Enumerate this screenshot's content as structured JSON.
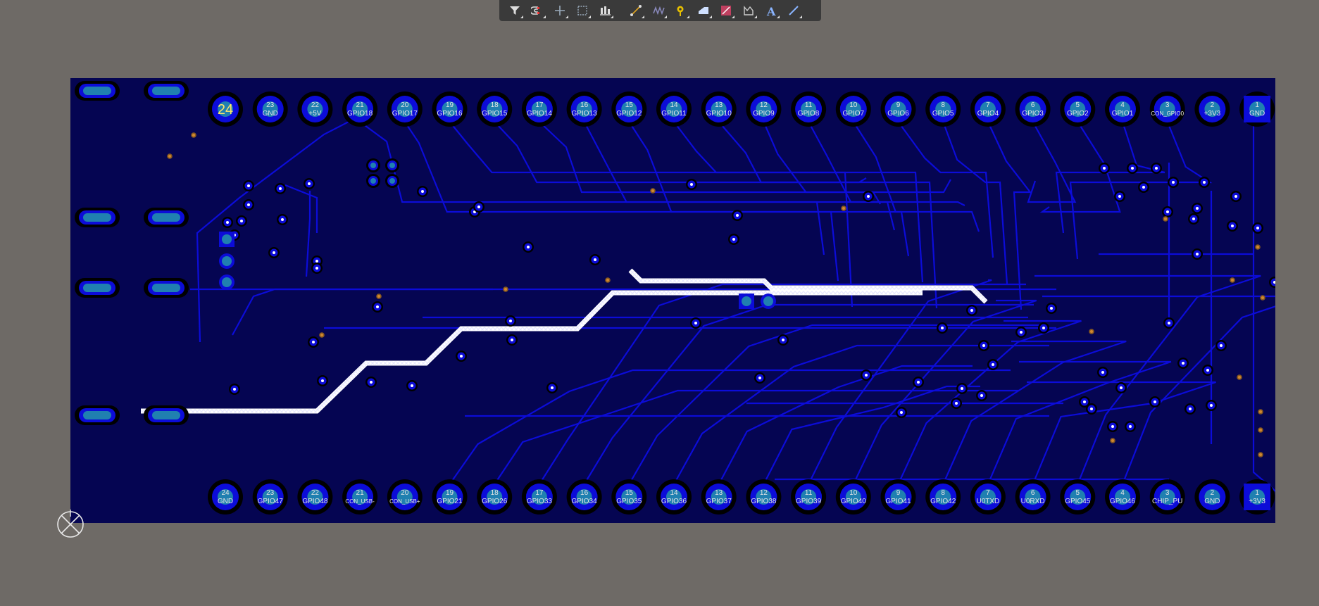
{
  "toolbar": {
    "tools": [
      {
        "name": "filter-icon",
        "label": "Selection Filter"
      },
      {
        "name": "magnet-icon",
        "label": "Snap"
      },
      {
        "name": "cross-icon",
        "label": "Place Component"
      },
      {
        "name": "rect-select-icon",
        "label": "Select"
      },
      {
        "name": "align-icon",
        "label": "Align"
      },
      {
        "name": "route-icon",
        "label": "Route"
      },
      {
        "name": "diff-pair-icon",
        "label": "Interactive Diff Pair"
      },
      {
        "name": "via-icon",
        "label": "Place Via"
      },
      {
        "name": "fill-icon",
        "label": "Fill"
      },
      {
        "name": "polygon-icon",
        "label": "Polygon"
      },
      {
        "name": "keepout-icon",
        "label": "Keepout"
      },
      {
        "name": "text-icon",
        "label": "Text"
      },
      {
        "name": "line-icon",
        "label": "Line"
      }
    ]
  },
  "colors": {
    "background": "#6e6a66",
    "board": "#050552",
    "copper": "#0b0bd6",
    "pad": "#2080b0",
    "pad_label": "#e6e6e6",
    "highlight_trace": "#d8d8ff",
    "toolbar": "#3a3a3a"
  },
  "pcb": {
    "top_header": {
      "pins": [
        {
          "num": "24",
          "net": ""
        },
        {
          "num": "23",
          "net": "GND"
        },
        {
          "num": "22",
          "net": "+5V"
        },
        {
          "num": "21",
          "net": "GPIO18"
        },
        {
          "num": "20",
          "net": "GPIO17"
        },
        {
          "num": "19",
          "net": "GPIO16"
        },
        {
          "num": "18",
          "net": "GPIO15"
        },
        {
          "num": "17",
          "net": "GPIO14"
        },
        {
          "num": "16",
          "net": "GPIO13"
        },
        {
          "num": "15",
          "net": "GPIO12"
        },
        {
          "num": "14",
          "net": "GPIO11"
        },
        {
          "num": "13",
          "net": "GPIO10"
        },
        {
          "num": "12",
          "net": "GPIO9"
        },
        {
          "num": "11",
          "net": "GPIO8"
        },
        {
          "num": "10",
          "net": "GPIO7"
        },
        {
          "num": "9",
          "net": "GPIO6"
        },
        {
          "num": "8",
          "net": "GPIO5"
        },
        {
          "num": "7",
          "net": "GPIO4"
        },
        {
          "num": "6",
          "net": "GPIO3"
        },
        {
          "num": "5",
          "net": "GPIO2"
        },
        {
          "num": "4",
          "net": "GPIO1"
        },
        {
          "num": "3",
          "net": "CON_GPIO0"
        },
        {
          "num": "2",
          "net": "+3V3"
        },
        {
          "num": "1",
          "net": "GND"
        }
      ]
    },
    "bottom_header": {
      "pins": [
        {
          "num": "24",
          "net": "GND"
        },
        {
          "num": "23",
          "net": "GPIO47"
        },
        {
          "num": "22",
          "net": "GPIO48"
        },
        {
          "num": "21",
          "net": "CON_USB-"
        },
        {
          "num": "20",
          "net": "CON_USB+"
        },
        {
          "num": "19",
          "net": "GPIO21"
        },
        {
          "num": "18",
          "net": "GPIO26"
        },
        {
          "num": "17",
          "net": "GPIO33"
        },
        {
          "num": "16",
          "net": "GPIO34"
        },
        {
          "num": "15",
          "net": "GPIO35"
        },
        {
          "num": "14",
          "net": "GPIO36"
        },
        {
          "num": "13",
          "net": "GPIO37"
        },
        {
          "num": "12",
          "net": "GPIO38"
        },
        {
          "num": "11",
          "net": "GPIO39"
        },
        {
          "num": "10",
          "net": "GPIO40"
        },
        {
          "num": "9",
          "net": "GPIO41"
        },
        {
          "num": "8",
          "net": "GPIO42"
        },
        {
          "num": "7",
          "net": "U0TXD"
        },
        {
          "num": "6",
          "net": "U0RXD"
        },
        {
          "num": "5",
          "net": "GPIO45"
        },
        {
          "num": "4",
          "net": "GPIO46"
        },
        {
          "num": "3",
          "net": "CHIP_PU"
        },
        {
          "num": "2",
          "net": "GND"
        },
        {
          "num": "1",
          "net": "+3V3"
        }
      ]
    }
  }
}
